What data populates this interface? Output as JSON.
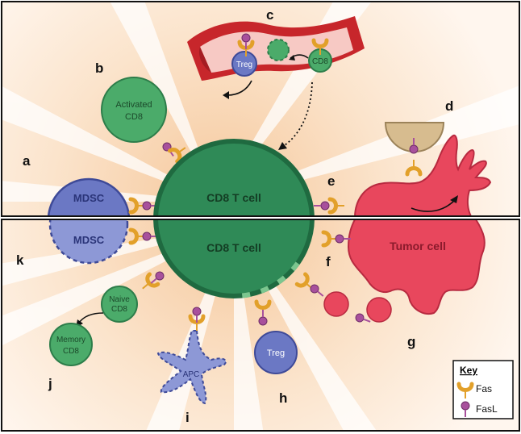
{
  "panels": {
    "a": "a",
    "b": "b",
    "c": "c",
    "d": "d",
    "e": "e",
    "f": "f",
    "g": "g",
    "h": "h",
    "i": "i",
    "j": "j",
    "k": "k"
  },
  "cells": {
    "cd8_top": "CD8 T cell",
    "cd8_bottom": "CD8 T cell",
    "mdsc_top": "MDSC",
    "mdsc_bottom": "MDSC",
    "activated_line1": "Activated",
    "activated_line2": "CD8",
    "treg_vessel": "Treg",
    "cd8_vessel": "CD8",
    "tumor": "Tumor cell",
    "naive_line1": "Naive",
    "naive_line2": "CD8",
    "memory_line1": "Memory",
    "memory_line2": "CD8",
    "apc": "APC",
    "treg_bottom": "Treg"
  },
  "key": {
    "title": "Key",
    "items": [
      {
        "label": "Fas",
        "color": "#f2b640",
        "icon": "fas-receptor-icon"
      },
      {
        "label": "FasL",
        "color": "#a8509c",
        "icon": "fasl-ligand-icon"
      }
    ]
  },
  "colors": {
    "green": "#4bab6a",
    "green_dark": "#2d7d4a",
    "blue": "#6b78c4",
    "blue_dark": "#3e4a98",
    "tumor": "#e8475d",
    "tumor_dark": "#b82a40",
    "vessel": "#c7262b",
    "fas": "#f2b640",
    "fasl": "#a8509c"
  }
}
